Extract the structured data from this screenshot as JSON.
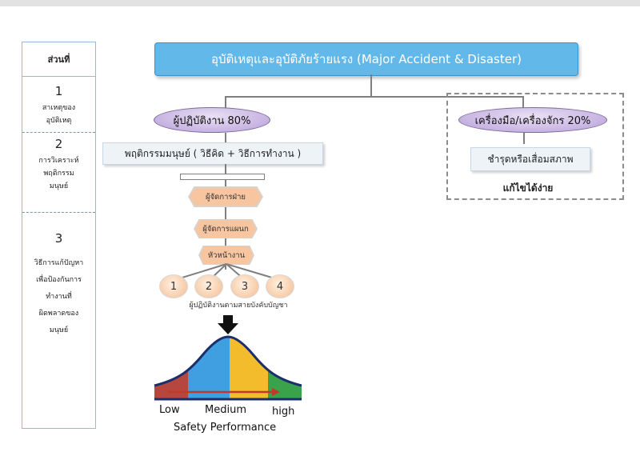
{
  "left_panel": {
    "header": "ส่วนที่",
    "sections": [
      {
        "number": "1",
        "text": "สาเหตุของ\nอุบัติเหตุ"
      },
      {
        "number": "2",
        "text": "การวิเคราะห์\nพฤติกรรม\nมนุษย์"
      },
      {
        "number": "3",
        "text": "วิธีการแก้ปัญหา\nเพื่อป้องกันการ\nทำงานที่\nผิดพลาดของ\nมนุษย์"
      }
    ]
  },
  "banner": {
    "title": "อุบัติเหตุและอุบัติภัยร้ายแรง (Major Accident & Disaster)"
  },
  "left_branch": {
    "operator_label": "ผู้ปฏิบัติงาน 80%",
    "behavior_label": "พฤติกรรมมนุษย์ ( วิธีคิด  + วิธีการทำงาน )"
  },
  "right_branch": {
    "machine_label": "เครื่องมือ/เครื่องจักร 20%",
    "damage_label": "ชำรุดหรือเสื่อมสภาพ",
    "fix_label": "แก้ไขได้ง่าย"
  },
  "hierarchy": {
    "level1": "ผู้จัดการฝ่าย",
    "level2": "ผู้จัดการแผนก",
    "level3": "หัวหน้างาน",
    "workers": [
      "1",
      "2",
      "3",
      "4"
    ],
    "workers_caption": "ผู้ปฏิบัติงานตามสายบังคับบัญชา"
  },
  "performance": {
    "low_label": "Low",
    "medium_label": "Medium",
    "high_label": "high",
    "caption": "Safety Performance",
    "colors": {
      "low": "#b5473e",
      "medium": "#3f9fe0",
      "medium_high": "#f2bc2c",
      "high": "#3aa24a",
      "outline": "#1d2f6b",
      "arrow": "#c0392b"
    }
  }
}
